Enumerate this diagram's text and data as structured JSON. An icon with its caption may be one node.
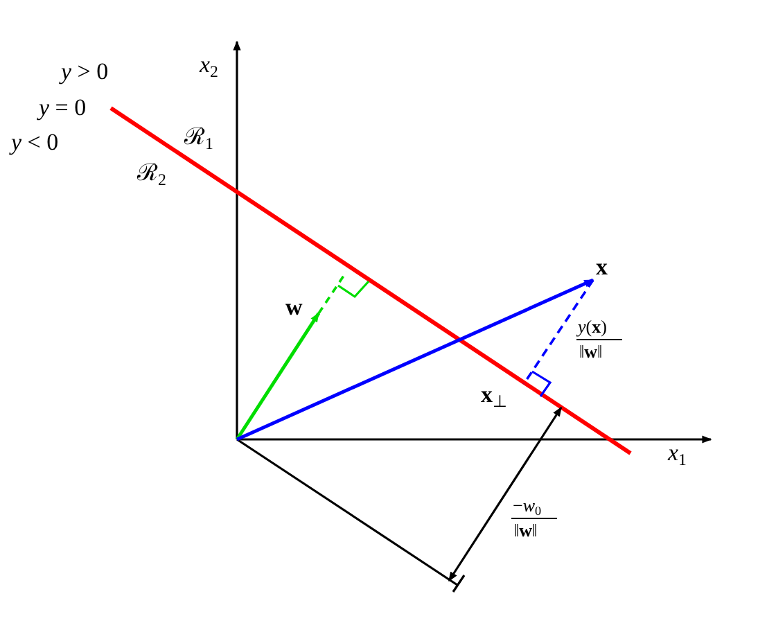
{
  "diagram": {
    "labels": [
      "*x*$_{2}$",
      "*y* > 0",
      "*y* = 0",
      "*y* < 0",
      "ℛ$_{1}$",
      "ℛ$_{2}$",
      "x",
      "w",
      "*y*(**x**)",
      "‖**w**‖",
      "**x**$_{⊥}$",
      "*x*$_{1}$",
      "−*w*$_{0}$",
      "‖**w**‖"
    ]
  }
}
